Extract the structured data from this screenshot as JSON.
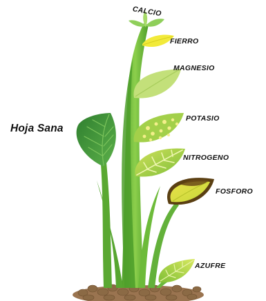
{
  "labels": {
    "calcio": "CALCIO",
    "fierro": "FIERRO",
    "magnesio": "MAGNESIO",
    "potasio": "POTASIO",
    "nitrogeno": "NITROGENO",
    "fosforo": "FOSFORO",
    "azufre": "AZUFRE",
    "hoja_sana": "Hoja Sana"
  },
  "colors": {
    "healthy_leaf": "#3f9a3a",
    "stem": "#6dbb3a",
    "yellow_leaf": "#f0e83a",
    "pale_leaf": "#bfdf72",
    "spotted_leaf": "#9ccc45",
    "burnt_edge": "#5a3f12",
    "soil": "#8b6a45"
  }
}
